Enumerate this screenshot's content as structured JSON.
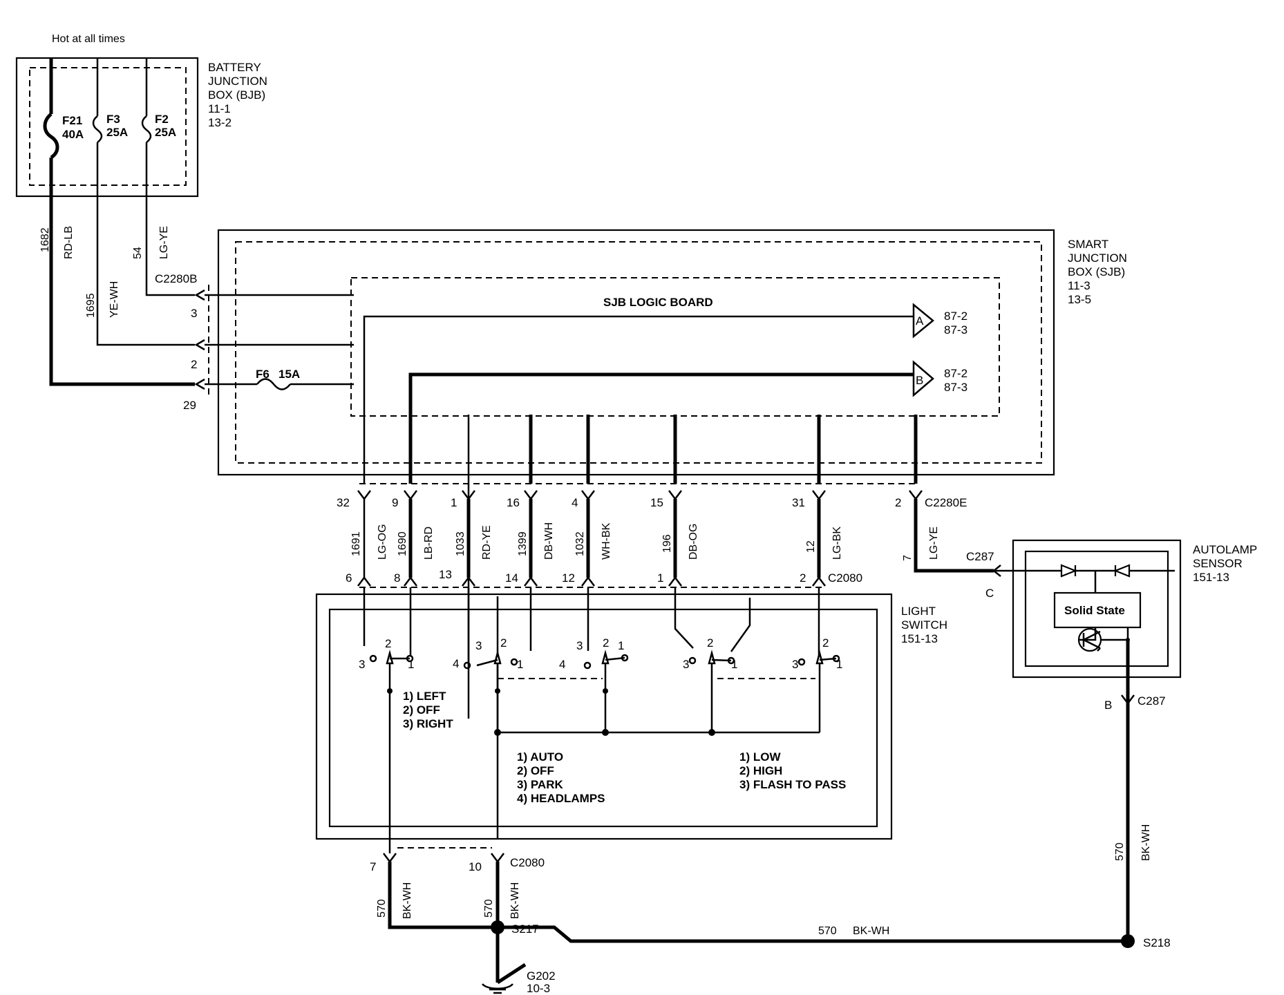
{
  "header_note": "Hot at all times",
  "bjb": {
    "title_lines": [
      "BATTERY",
      "JUNCTION",
      "BOX (BJB)",
      "11-1",
      "13-2"
    ],
    "fuses": [
      {
        "id": "F21",
        "rating": "40A"
      },
      {
        "id": "F3",
        "rating": "25A"
      },
      {
        "id": "F2",
        "rating": "25A"
      }
    ]
  },
  "bjb_wires": [
    {
      "circuit": "1682",
      "color": "RD-LB",
      "pin": "29"
    },
    {
      "circuit": "1695",
      "color": "YE-WH",
      "pin": "2"
    },
    {
      "circuit": "54",
      "color": "LG-YE",
      "pin": "3"
    }
  ],
  "sjb": {
    "title_lines": [
      "SMART",
      "JUNCTION",
      "BOX (SJB)",
      "11-3",
      "13-5"
    ],
    "connector_in": "C2280B",
    "connector_out": "C2280E",
    "logic_board": "SJB LOGIC BOARD",
    "internal_fuse": {
      "id": "F6",
      "rating": "15A"
    },
    "refs": [
      {
        "letter": "A",
        "pages": [
          "87-2",
          "87-3"
        ]
      },
      {
        "letter": "B",
        "pages": [
          "87-2",
          "87-3"
        ]
      }
    ]
  },
  "output_wires": [
    {
      "sjb_pin": "32",
      "circuit": "1691",
      "color": "LG-OG",
      "sw_pin": "6"
    },
    {
      "sjb_pin": "9",
      "circuit": "1690",
      "color": "LB-RD",
      "sw_pin": "8"
    },
    {
      "sjb_pin": "1",
      "circuit": "1033",
      "color": "RD-YE",
      "sw_pin": "13"
    },
    {
      "sjb_pin": "16",
      "circuit": "1399",
      "color": "DB-WH",
      "sw_pin": "14"
    },
    {
      "sjb_pin": "4",
      "circuit": "1032",
      "color": "WH-BK",
      "sw_pin": "12"
    },
    {
      "sjb_pin": "15",
      "circuit": "196",
      "color": "DB-OG",
      "sw_pin": "1"
    },
    {
      "sjb_pin": "31",
      "circuit": "12",
      "color": "LG-BK",
      "sw_pin": "2"
    }
  ],
  "sensor_wire": {
    "sjb_pin": "2",
    "circuit": "7",
    "color": "LG-YE"
  },
  "light_switch": {
    "title_lines": [
      "LIGHT",
      "SWITCH",
      "151-13"
    ],
    "connector": "C2080",
    "turn_legend": [
      "1) LEFT",
      "2) OFF",
      "3) RIGHT"
    ],
    "headlamp_legend": [
      "1) AUTO",
      "2) OFF",
      "3) PARK",
      "4) HEADLAMPS"
    ],
    "beam_legend": [
      "1) LOW",
      "2) HIGH",
      "3) FLASH TO PASS"
    ],
    "switch_positions": [
      {
        "pos_a": "3",
        "pos_b": "2",
        "pos_c": "1"
      },
      {
        "pos_a": "4",
        "pos_b": "3",
        "pos_c": "2",
        "pos_d": "1"
      },
      {
        "pos_a": "4",
        "pos_b": "3",
        "pos_c": "2",
        "pos_d": "1"
      },
      {
        "pos_a": "3",
        "pos_b": "2",
        "pos_c": "1"
      },
      {
        "pos_a": "3",
        "pos_b": "2",
        "pos_c": "1"
      }
    ],
    "ground_pins": [
      "7",
      "10"
    ]
  },
  "autolamp": {
    "title_lines": [
      "AUTOLAMP",
      "SENSOR",
      "151-13"
    ],
    "connector": "C287",
    "pin_in": "C",
    "pin_out": "B",
    "module": "Solid State"
  },
  "ground_wires": [
    {
      "circuit": "570",
      "color": "BK-WH"
    }
  ],
  "splices": [
    "S217",
    "S218"
  ],
  "ground": {
    "id": "G202",
    "page": "10-3"
  }
}
